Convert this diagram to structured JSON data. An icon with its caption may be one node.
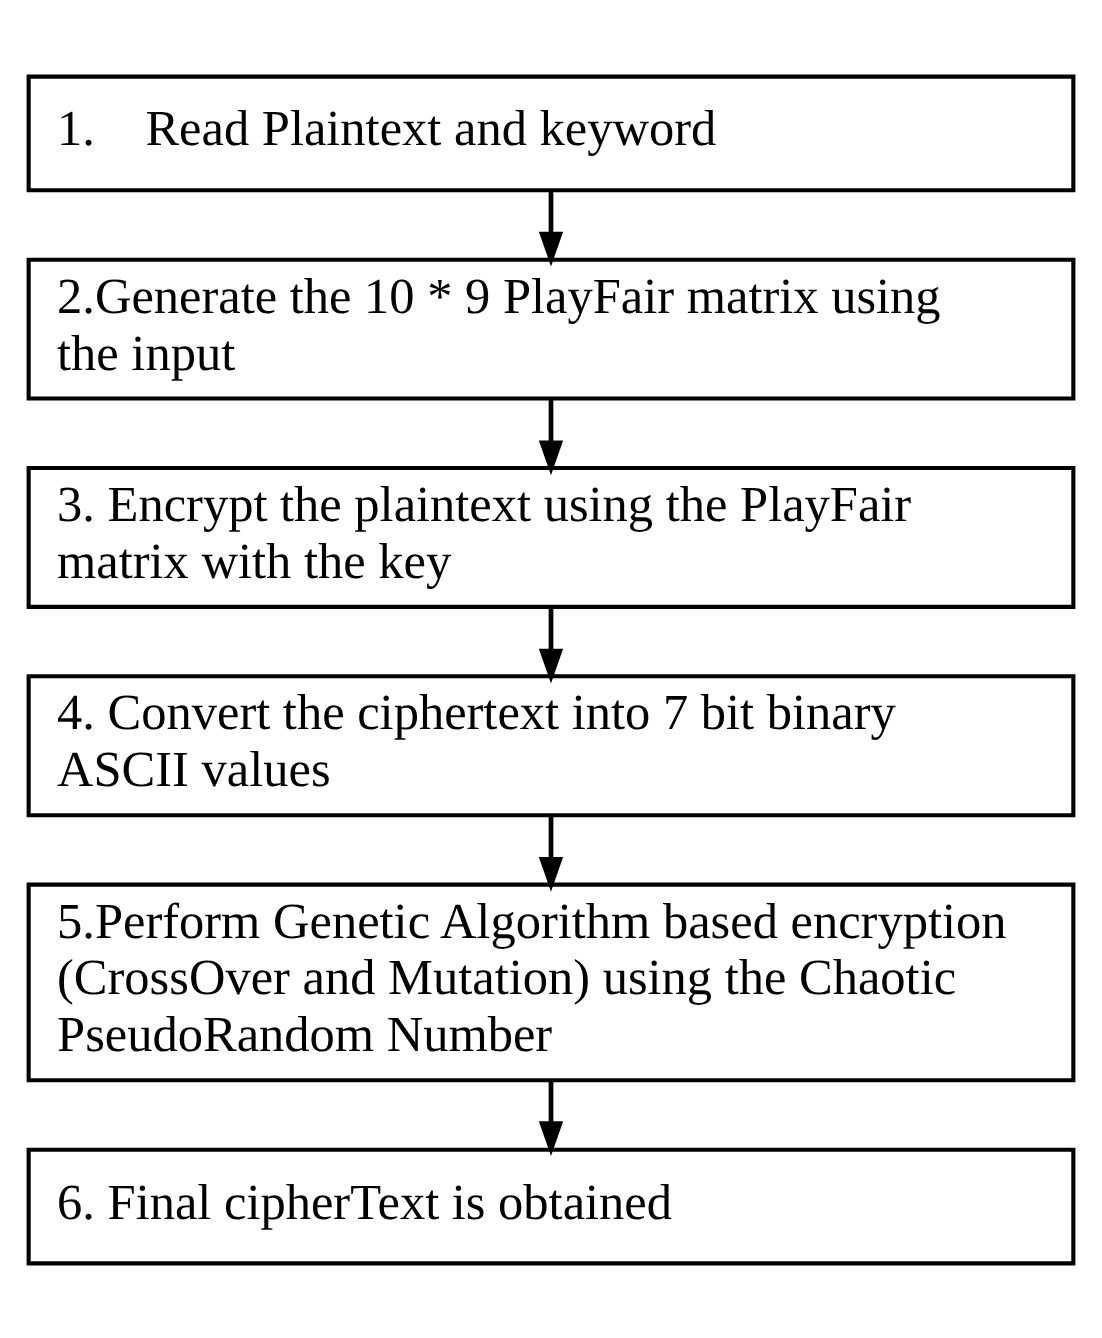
{
  "diagram": {
    "nodes": [
      {
        "text": [
          "1.    Read Plaintext and keyword"
        ]
      },
      {
        "text": [
          "2.Generate the 10 * 9 PlayFair matrix using the input"
        ]
      },
      {
        "text": [
          "3. Encrypt the plaintext using the PlayFair matrix with the key"
        ]
      },
      {
        "text": [
          "4. Convert the ciphertext into 7 bit binary ASCII values"
        ]
      },
      {
        "text": [
          "5.Perform Genetic Algorithm based encryption (CrossOver and Mutation) using the Chaotic PseudoRandom Number"
        ]
      },
      {
        "text": [
          "6. Final cipherText is obtained"
        ]
      }
    ],
    "edges": [
      {
        "from": 0,
        "to": 1,
        "arrow": "to"
      },
      {
        "from": 1,
        "to": 2,
        "arrow": "to"
      },
      {
        "from": 2,
        "to": 3,
        "arrow": "to"
      },
      {
        "from": 3,
        "to": 4,
        "arrow": "to"
      },
      {
        "from": 4,
        "to": 5,
        "arrow": "to"
      }
    ]
  }
}
